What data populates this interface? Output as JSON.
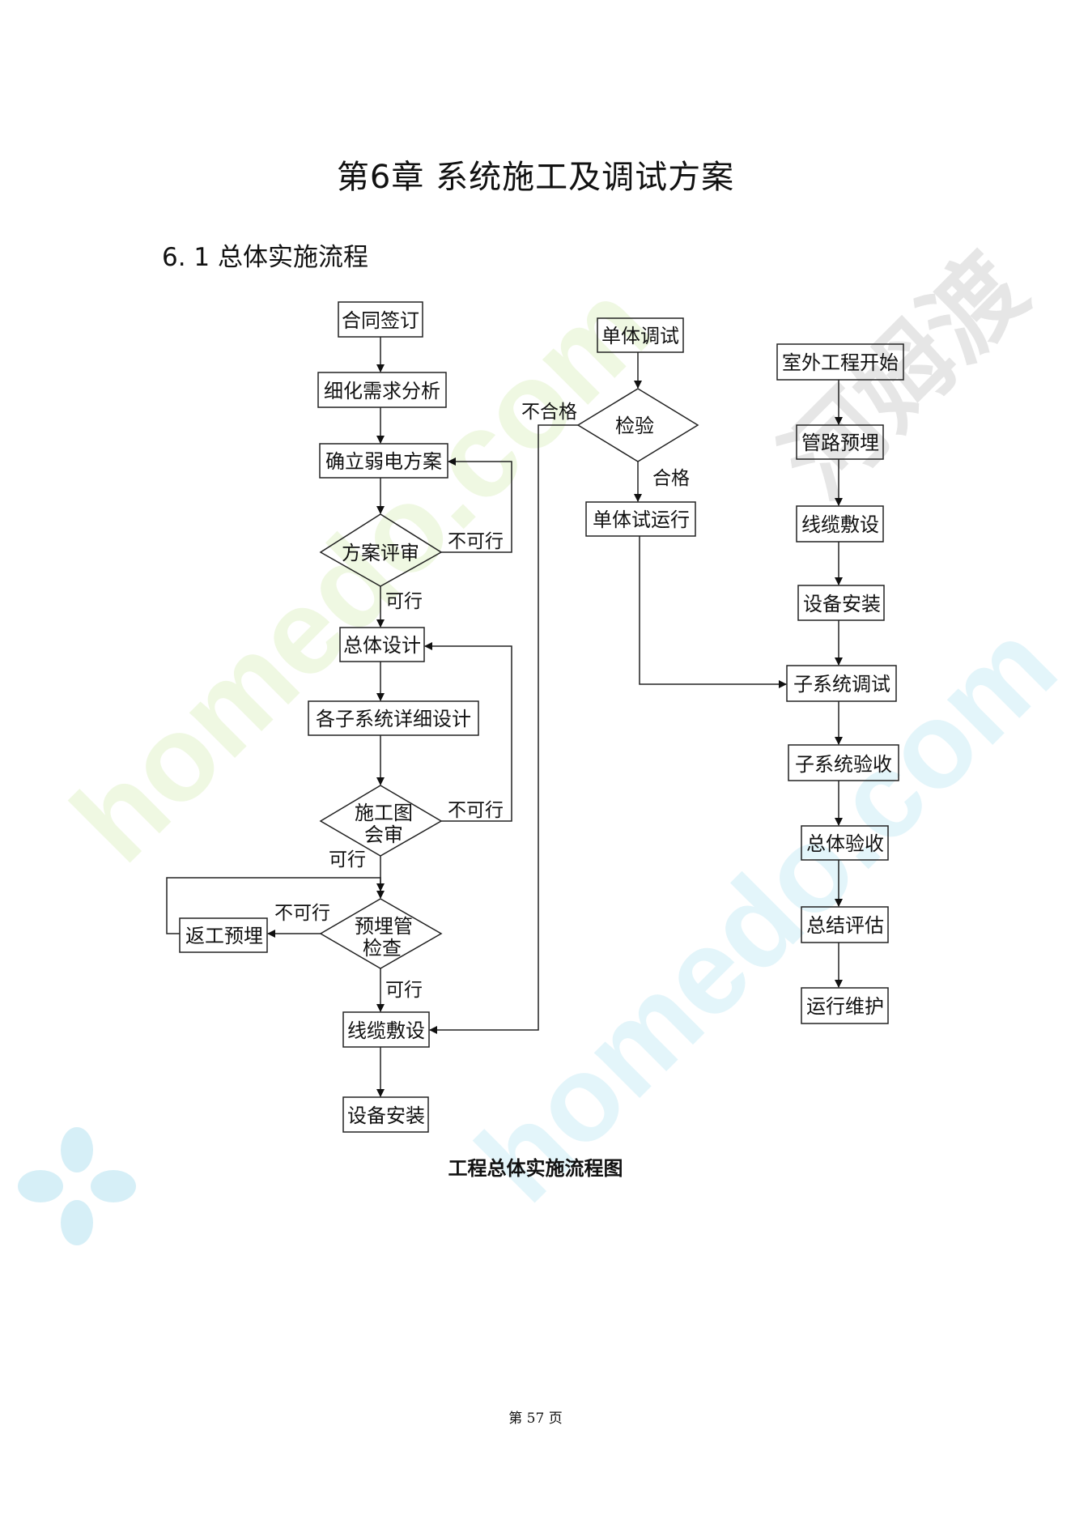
{
  "chapter": {
    "title": "第6章  系统施工及调试方案"
  },
  "section": {
    "title": "6. 1  总体实施流程"
  },
  "figure": {
    "caption": "工程总体实施流程图"
  },
  "footer": {
    "page": "第 57 页"
  },
  "watermark": {
    "text_en": "homedo.com",
    "text_cn": "河姆渡"
  },
  "flow": {
    "left": {
      "contract": "合同签订",
      "requirements": "细化需求分析",
      "scheme": "确立弱电方案",
      "scheme_review": "方案评审",
      "overall_design": "总体设计",
      "subsystem_design": "各子系统详细设计",
      "drawing_review_l1": "施工图",
      "drawing_review_l2": "会审",
      "pipe_check_l1": "预埋管",
      "pipe_check_l2": "检查",
      "rework": "返工预埋",
      "cabling": "线缆敷设",
      "install": "设备安装"
    },
    "middle": {
      "unit_debug": "单体调试",
      "inspect": "检验",
      "unit_run": "单体试运行"
    },
    "right": {
      "outdoor_start": "室外工程开始",
      "pipe_bury": "管路预埋",
      "cabling": "线缆敷设",
      "install": "设备安装",
      "subsystem_debug": "子系统调试",
      "subsystem_accept": "子系统验收",
      "overall_accept": "总体验收",
      "summary": "总结评估",
      "maintain": "运行维护"
    },
    "labels": {
      "not_ok_1": "不可行",
      "ok_1": "可行",
      "not_ok_2": "不可行",
      "ok_2": "可行",
      "not_ok_3": "不可行",
      "ok_3": "可行",
      "fail": "不合格",
      "pass": "合格"
    }
  }
}
